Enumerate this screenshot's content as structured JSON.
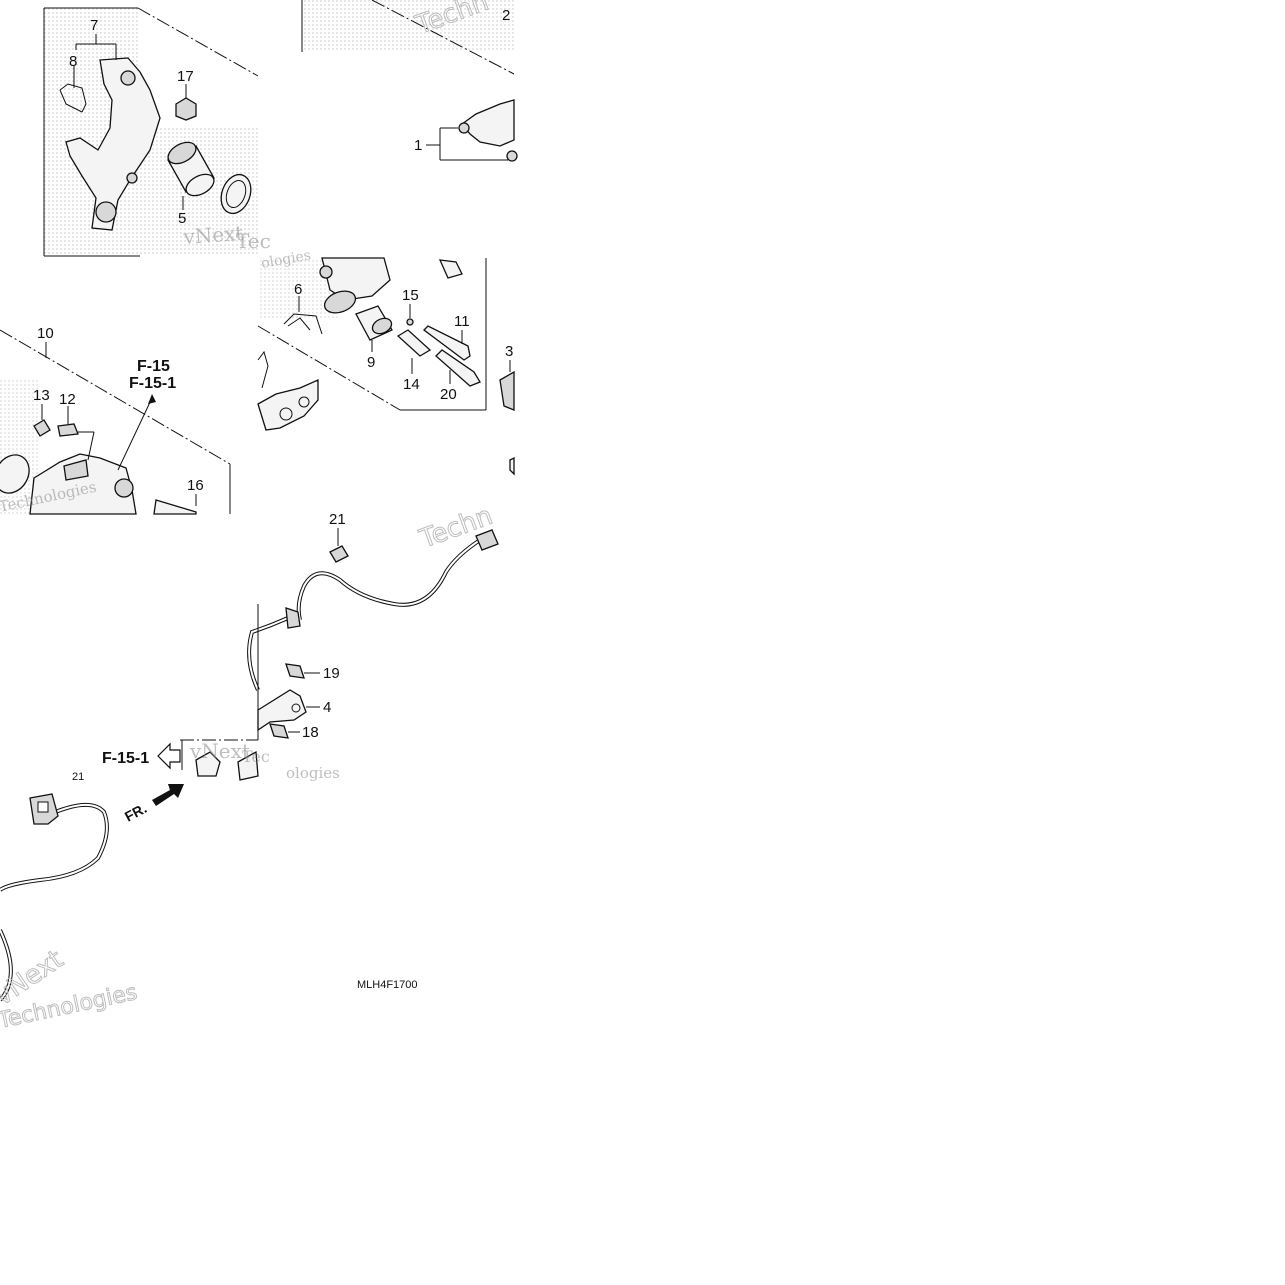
{
  "diagram": {
    "callouts": [
      {
        "id": "c1",
        "label": "1"
      },
      {
        "id": "c2",
        "label": "2"
      },
      {
        "id": "c3",
        "label": "3"
      },
      {
        "id": "c4",
        "label": "4"
      },
      {
        "id": "c5",
        "label": "5"
      },
      {
        "id": "c6",
        "label": "6"
      },
      {
        "id": "c7",
        "label": "7"
      },
      {
        "id": "c8",
        "label": "8"
      },
      {
        "id": "c9",
        "label": "9"
      },
      {
        "id": "c10",
        "label": "10"
      },
      {
        "id": "c11",
        "label": "11"
      },
      {
        "id": "c12",
        "label": "12"
      },
      {
        "id": "c13",
        "label": "13"
      },
      {
        "id": "c14",
        "label": "14"
      },
      {
        "id": "c15",
        "label": "15"
      },
      {
        "id": "c16",
        "label": "16"
      },
      {
        "id": "c17",
        "label": "17"
      },
      {
        "id": "c18",
        "label": "18"
      },
      {
        "id": "c19",
        "label": "19"
      },
      {
        "id": "c20",
        "label": "20"
      },
      {
        "id": "c21a",
        "label": "21"
      },
      {
        "id": "c21b",
        "label": "21"
      }
    ],
    "references": {
      "f15": "F-15",
      "f151_upper": "F-15-1",
      "f151_left": "F-15-1"
    },
    "direction_label": "FR.",
    "drawing_code": "MLH4F1700",
    "watermarks": {
      "vnext": "vNext",
      "technologies": "Technologies",
      "techn": "Techn",
      "tec": "Tec",
      "ologies": "ologies"
    }
  }
}
